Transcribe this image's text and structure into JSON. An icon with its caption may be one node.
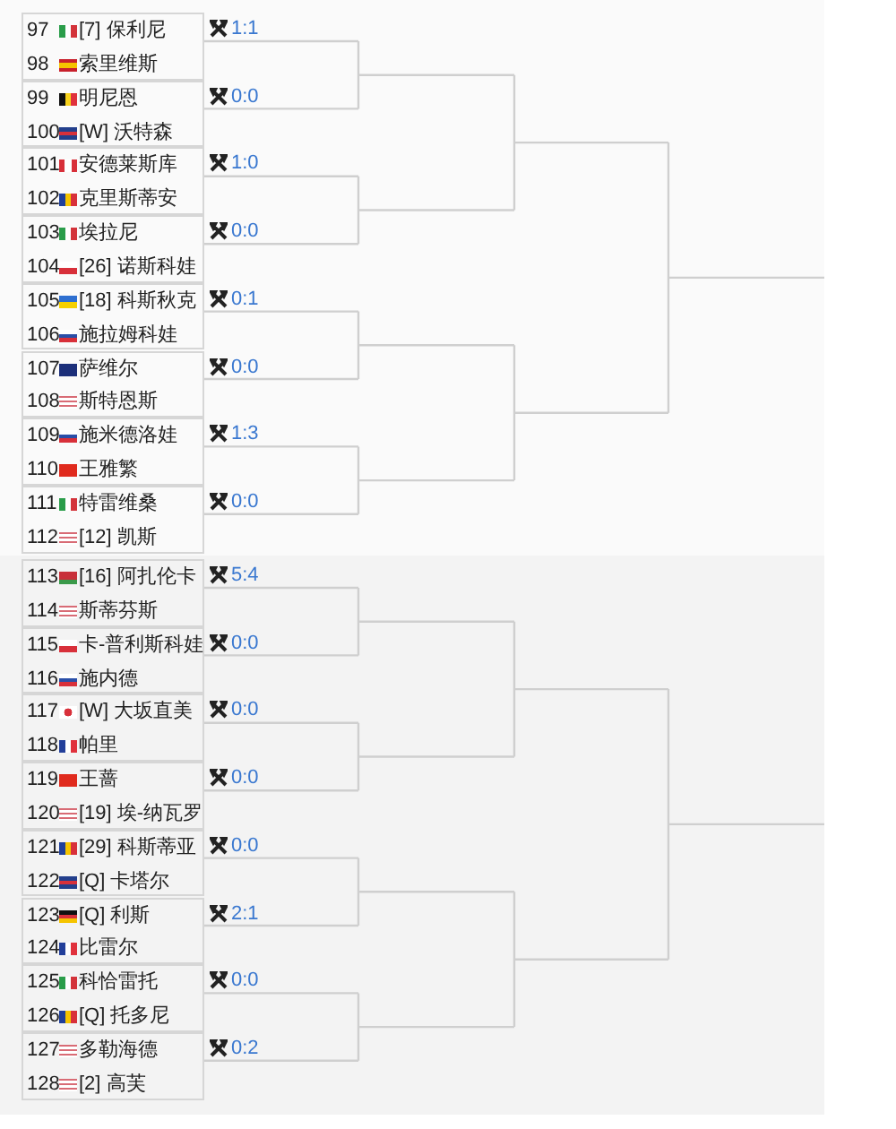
{
  "diagram": {
    "nodes": [
      {
        "text": [
          "97",
          "[7] 保利尼",
          "98",
          "索里维斯"
        ],
        "beside": [
          "1:1"
        ]
      },
      {
        "text": [
          "99",
          "明尼恩",
          "100",
          "[W] 沃特森"
        ],
        "beside": [
          "0:0"
        ]
      },
      {
        "text": [
          "101",
          "安德莱斯库",
          "102",
          "克里斯蒂安"
        ],
        "beside": [
          "1:0"
        ]
      },
      {
        "text": [
          "103",
          "埃拉尼",
          "104",
          "[26] 诺斯科娃"
        ],
        "beside": [
          "0:0"
        ]
      },
      {
        "text": [
          "105",
          "[18] 科斯秋克",
          "106",
          "施拉姆科娃"
        ],
        "beside": [
          "0:1"
        ]
      },
      {
        "text": [
          "107",
          "萨维尔",
          "108",
          "斯特恩斯"
        ],
        "beside": [
          "0:0"
        ]
      },
      {
        "text": [
          "109",
          "施米德洛娃",
          "110",
          "王雅繁"
        ],
        "beside": [
          "1:3"
        ]
      },
      {
        "text": [
          "111",
          "特雷维桑",
          "112",
          "[12] 凯斯"
        ],
        "beside": [
          "0:0"
        ]
      },
      {
        "text": [
          "113",
          "[16] 阿扎伦卡",
          "114",
          "斯蒂芬斯"
        ],
        "beside": [
          "5:4"
        ]
      },
      {
        "text": [
          "115",
          "卡-普利斯科娃",
          "116",
          "施内德"
        ],
        "beside": [
          "0:0"
        ]
      },
      {
        "text": [
          "117",
          "[W] 大坂直美",
          "118",
          "帕里"
        ],
        "beside": [
          "0:0"
        ]
      },
      {
        "text": [
          "119",
          "王蔷",
          "120",
          "[19] 埃-纳瓦罗"
        ],
        "beside": [
          "0:0"
        ]
      },
      {
        "text": [
          "121",
          "[29] 科斯蒂亚",
          "122",
          "[Q] 卡塔尔"
        ],
        "beside": [
          "0:0"
        ]
      },
      {
        "text": [
          "123",
          "[Q] 利斯",
          "124",
          "比雷尔"
        ],
        "beside": [
          "2:1"
        ]
      },
      {
        "text": [
          "125",
          "科恰雷托",
          "126",
          "[Q] 托多尼"
        ],
        "beside": [
          "0:0"
        ]
      },
      {
        "text": [
          "127",
          "多勒海德",
          "128",
          "[2] 高芙"
        ],
        "beside": [
          "0:2"
        ]
      }
    ]
  }
}
